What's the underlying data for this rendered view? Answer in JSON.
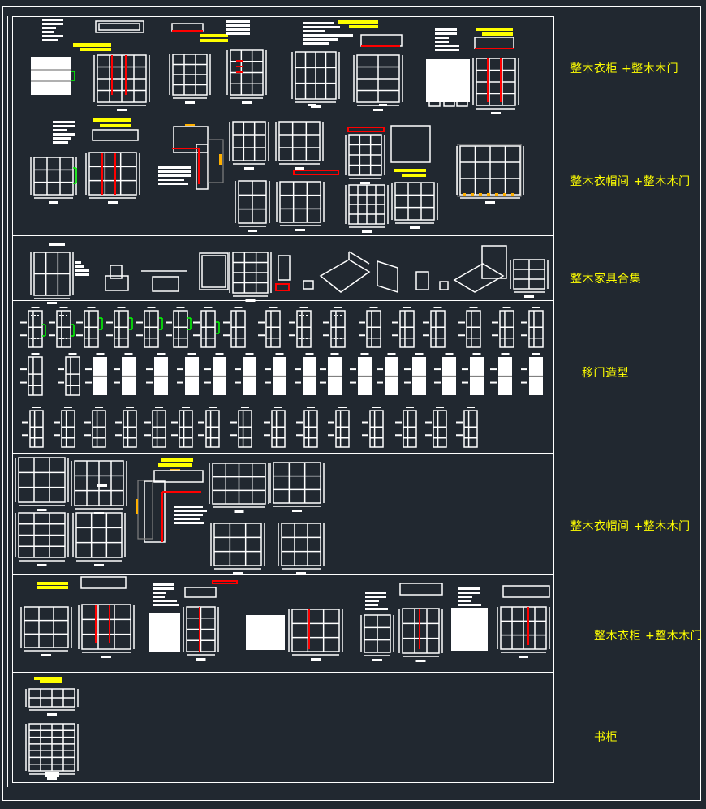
{
  "canvas": {
    "background_color": "#212830",
    "line_color": "#ffffff",
    "label_color": "#ffff00",
    "accent_colors": {
      "red": "#ff0000",
      "green": "#00ff00",
      "yellow": "#ffff00",
      "orange": "#ffb000",
      "gray": "#808080"
    }
  },
  "sections": [
    {
      "id": "s1",
      "label": "整木衣柜 +整木木门",
      "content": "wardrobe elevations, plans and section drawings"
    },
    {
      "id": "s2",
      "label": "整木衣帽间 +整木木门",
      "content": "walk-in closet plan with L-shaped layout and elevations A-D"
    },
    {
      "id": "s3",
      "label": "整木家具合集",
      "content": "furniture collection: wardrobe, dressing table, TV cabinet, beds, cabinets, nightstands"
    },
    {
      "id": "s4",
      "label": "移门造型",
      "content": "sliding door style elevations, three rows"
    },
    {
      "id": "s5",
      "label": "整木衣帽间 +整木木门",
      "content": "walk-in closet plan with elevations"
    },
    {
      "id": "s6",
      "label": "整木衣柜 +整木木门",
      "content": "wardrobe elevations, plans and sections"
    },
    {
      "id": "s7",
      "label": "书柜",
      "content": "bookcase plan and elevation"
    }
  ]
}
